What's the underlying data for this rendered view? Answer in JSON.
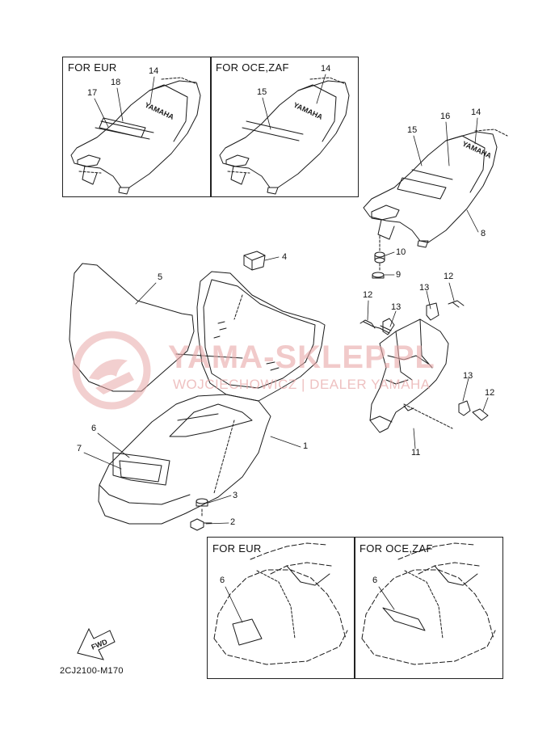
{
  "insets": {
    "top_left_title": "FOR EUR",
    "top_right_title": "FOR OCE,ZAF",
    "bottom_left_title": "FOR EUR",
    "bottom_right_title": "FOR OCE,ZAF"
  },
  "callouts": {
    "tl_14": "14",
    "tl_18": "18",
    "tl_17": "17",
    "tr_14": "14",
    "tr_15": "15",
    "r_15": "15",
    "r_16": "16",
    "r_14": "14",
    "r_8": "8",
    "r_10": "10",
    "r_9": "9",
    "r_12a": "12",
    "r_13a": "13",
    "r_13b": "13",
    "r_12b": "12",
    "r_13c": "13",
    "r_12c": "12",
    "r_11": "11",
    "m_4": "4",
    "m_5": "5",
    "m_1": "1",
    "m_6": "6",
    "m_7": "7",
    "m_3": "3",
    "m_2": "2",
    "bl_6": "6",
    "br_6": "6"
  },
  "decal_text": "YAMAHA",
  "fwd_label": "FWD",
  "drawing_code": "2CJ2100-M170",
  "watermark": {
    "title": "YAMA-SKLEP.PL",
    "subtitle": "WOJCIECHOWICZ | DEALER YAMAHA"
  },
  "colors": {
    "line": "#1a1a1a",
    "watermark": "#e8a8a8"
  }
}
